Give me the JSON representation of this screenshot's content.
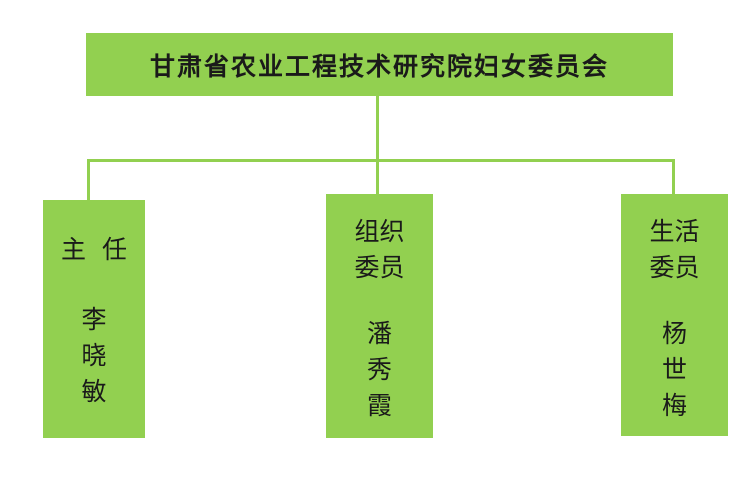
{
  "organization": {
    "title": "甘肃省农业工程技术研究院妇女委员会"
  },
  "members": [
    {
      "role_lines": [
        "主  任"
      ],
      "name_chars": [
        "李",
        "晓",
        "敏"
      ]
    },
    {
      "role_lines": [
        "组织",
        "委员"
      ],
      "name_chars": [
        "潘",
        "秀",
        "霞"
      ]
    },
    {
      "role_lines": [
        "生活",
        "委员"
      ],
      "name_chars": [
        "杨",
        "世",
        "梅"
      ]
    }
  ],
  "colors": {
    "box_fill": "#92d050",
    "connector": "#92d050",
    "text": "#1a1a1a"
  }
}
